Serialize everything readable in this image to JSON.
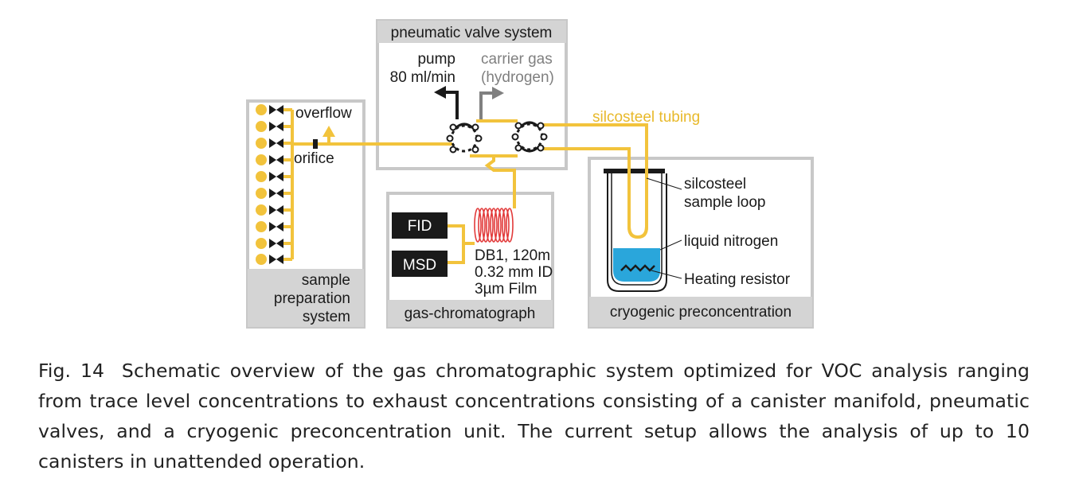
{
  "colors": {
    "tube": "#f2c33c",
    "box_border": "#c8c8c8",
    "label_bar": "#d4d4d4",
    "dark_box": "#1a1a1a",
    "coil": "#e23a3a",
    "nitrogen": "#2aa6db",
    "gray_text": "#808080"
  },
  "boxes": {
    "valves": "pneumatic valve system",
    "sample_prep": [
      "sample",
      "preparation",
      "system"
    ],
    "gc": "gas-chromatograph",
    "cryo": "cryogenic preconcentration"
  },
  "labels": {
    "pump": "pump",
    "pump_flow": "80 ml/min",
    "carrier": "carrier gas",
    "carrier_sub": "(hydrogen)",
    "overflow": "overflow",
    "orifice": "orifice",
    "silcosteel_tubing": "silcosteel tubing",
    "sample_loop": [
      "silcosteel",
      "sample loop"
    ],
    "liquid_nitrogen": "liquid nitrogen",
    "heating_resistor": "Heating resistor",
    "fid": "FID",
    "msd": "MSD",
    "column": [
      "DB1, 120m",
      "0.32 mm ID",
      "3µm Film"
    ]
  },
  "caption": {
    "fig": "Fig. 14",
    "text": "Schematic overview of the gas chromatographic system optimized for VOC analysis ranging from trace level concentrations to exhaust concentrations consisting of a canister manifold, pneumatic valves, and a cryogenic preconcentration unit. The current setup allows the analysis of up to 10 canisters in unattended operation."
  }
}
